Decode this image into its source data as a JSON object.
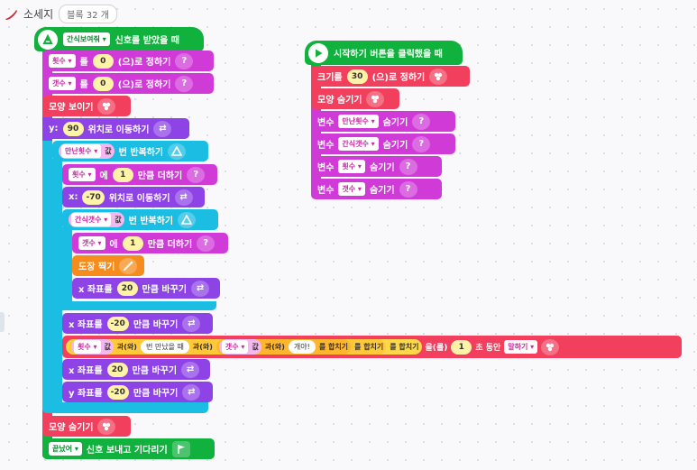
{
  "header": {
    "sprite_name": "소세지",
    "block_count": "블록 32 개"
  },
  "colors": {
    "event": "#10b13c",
    "variable": "#d03bd8",
    "looks": "#f23f5d",
    "motion": "#8e43e6",
    "control": "#1bbde3",
    "brush": "#f68c1e"
  },
  "script1": {
    "hat": {
      "signal": "간식보여줘",
      "text": "신호를 받았을 때"
    },
    "set_a": {
      "var": "횟수",
      "particle": "를",
      "value": "0",
      "suffix": "(으)로 정하기"
    },
    "set_b": {
      "var": "갯수",
      "particle": "를",
      "value": "0",
      "suffix": "(으)로 정하기"
    },
    "show": "모양 보이기",
    "move_y": {
      "axis": "y:",
      "value": "90",
      "text": "위치로 이동하기"
    },
    "repeat_outer": {
      "var": "만난횟수",
      "mid": "값",
      "text": "번 반복하기"
    },
    "add_a": {
      "var": "횟수",
      "particle": "에",
      "value": "1",
      "text": "만큼 더하기"
    },
    "move_x": {
      "axis": "x:",
      "value": "-70",
      "text": "위치로 이동하기"
    },
    "repeat_inner": {
      "var": "간식갯수",
      "mid": "값",
      "text": "번 반복하기"
    },
    "add_b": {
      "var": "갯수",
      "particle": "에",
      "value": "1",
      "text": "만큼 더하기"
    },
    "stamp": "도장 찍기",
    "change_x1": {
      "label": "x 좌표를",
      "value": "20",
      "text": "만큼 바꾸기"
    },
    "change_x2": {
      "label": "x 좌표를",
      "value": "-20",
      "text": "만큼 바꾸기"
    },
    "say": {
      "var1": "횟수",
      "val1": "값",
      "p1": "과(와)",
      "str1": "번 만났을 때",
      "p2": "과(와)",
      "var2": "갯수",
      "val2": "값",
      "p3": "과(와)",
      "str2": "개야!",
      "join1": "를 합치기",
      "join2": "를 합치기",
      "join3": "를 합치기",
      "p4": "을(를)",
      "secs": "1",
      "p5": "초 동안",
      "mode": "말하기"
    },
    "change_x3": {
      "label": "x 좌표를",
      "value": "20",
      "text": "만큼 바꾸기"
    },
    "change_y": {
      "label": "y 좌표를",
      "value": "-20",
      "text": "만큼 바꾸기"
    },
    "hide": "모양 숨기기",
    "broadcast": {
      "signal": "끝났어",
      "text": "신호 보내고 기다리기"
    }
  },
  "script2": {
    "hat": "시작하기 버튼을 클릭했을 때",
    "size": {
      "label": "크기를",
      "value": "30",
      "text": "(으)로 정하기"
    },
    "hide": "모양 숨기기",
    "hide_vars": [
      {
        "label": "변수",
        "var": "만난횟수",
        "text": "숨기기"
      },
      {
        "label": "변수",
        "var": "간식갯수",
        "text": "숨기기"
      },
      {
        "label": "변수",
        "var": "횟수",
        "text": "숨기기"
      },
      {
        "label": "변수",
        "var": "갯수",
        "text": "숨기기"
      }
    ]
  }
}
